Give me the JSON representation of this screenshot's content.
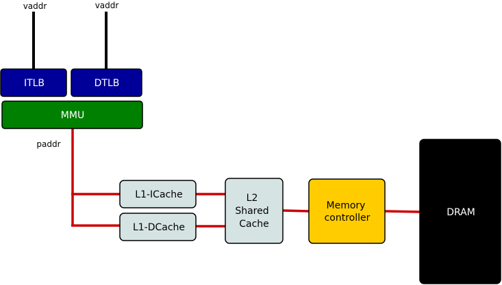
{
  "labels": {
    "vaddr_left": "vaddr",
    "vaddr_right": "vaddr",
    "paddr": "paddr"
  },
  "blocks": {
    "itlb": "ITLB",
    "dtlb": "DTLB",
    "mmu": "MMU",
    "l1_icache": "L1-ICache",
    "l1_dcache": "L1-DCache",
    "l2_line1": "L2",
    "l2_line2": "Shared",
    "l2_line3": "Cache",
    "memctrl_line1": "Memory",
    "memctrl_line2": "controller",
    "dram": "DRAM"
  },
  "colors": {
    "tlb_fill": "#000099",
    "mmu_fill": "#008000",
    "cache_fill": "#d6e3e3",
    "memctrl_fill": "#ffcc00",
    "dram_fill": "#000000",
    "bus_line": "#cc0000",
    "vaddr_line": "#000000"
  }
}
